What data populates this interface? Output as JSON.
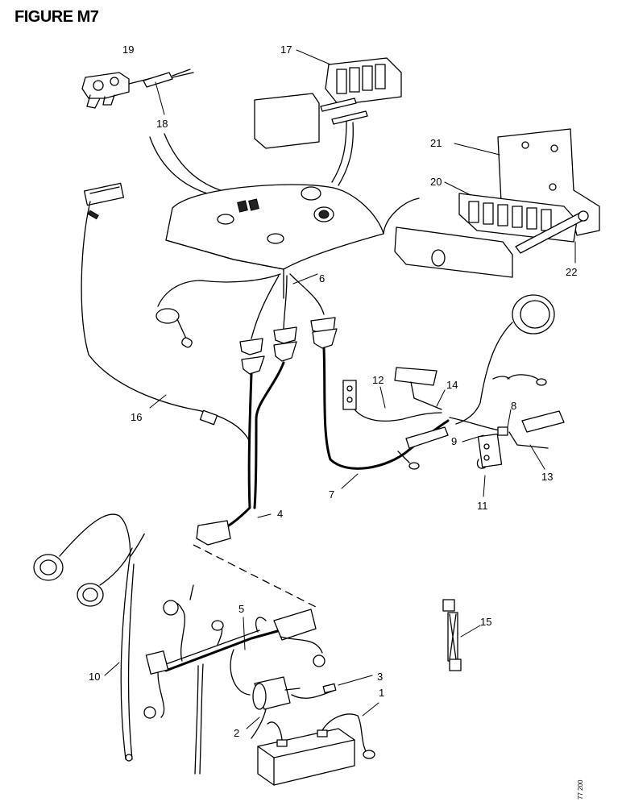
{
  "figure_title": "FIGURE M7",
  "reference_code": "77 200",
  "callouts": [
    "1",
    "2",
    "3",
    "4",
    "5",
    "6",
    "7",
    "8",
    "9",
    "10",
    "11",
    "12",
    "13",
    "14",
    "15",
    "16",
    "17",
    "18",
    "19",
    "20",
    "21",
    "22"
  ]
}
